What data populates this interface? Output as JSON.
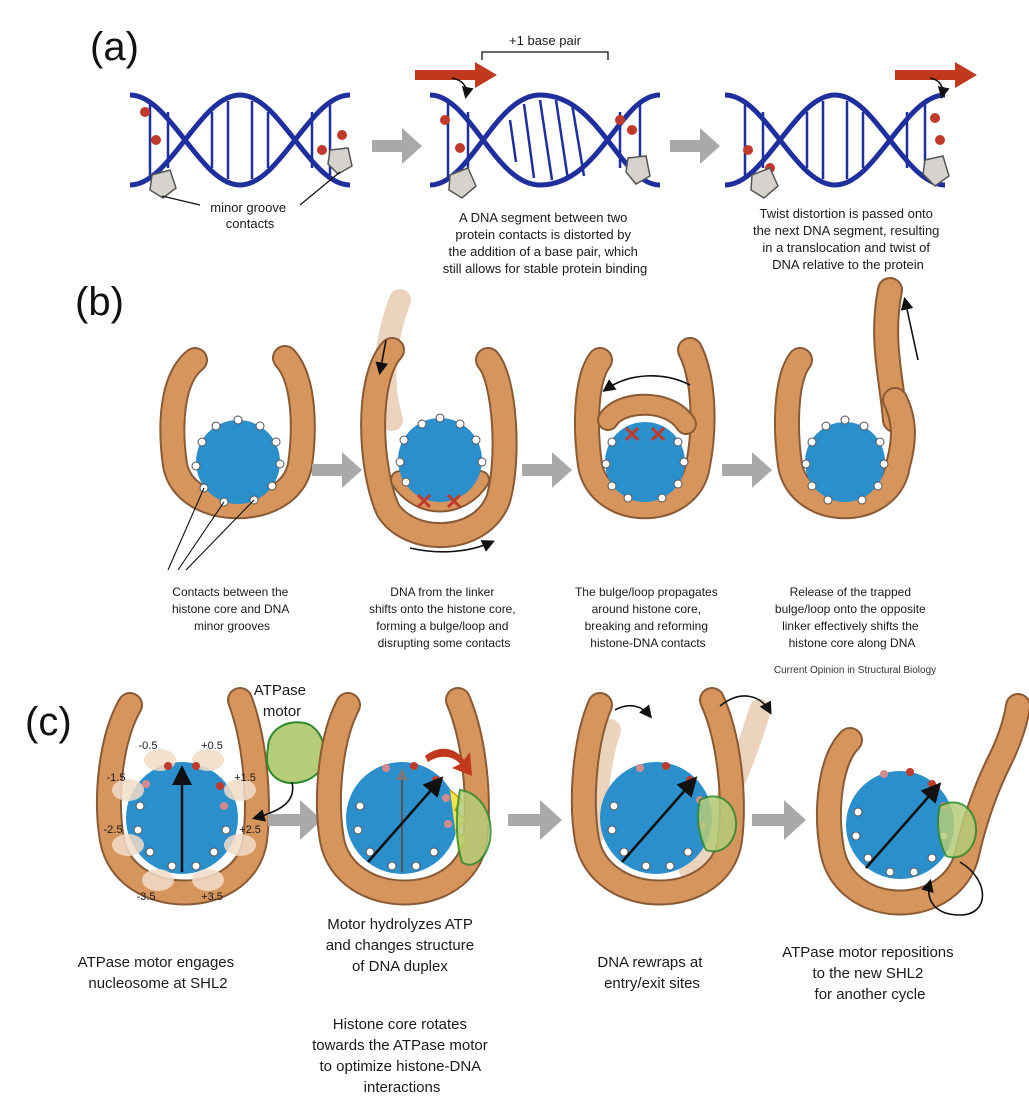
{
  "panels": {
    "a": {
      "label": "(a)",
      "bracket_label": "+1 base pair",
      "minor_groove_label": [
        "minor groove",
        "contacts"
      ],
      "caption_2": [
        "A DNA segment between two",
        "protein contacts is distorted by",
        "the addition of a base pair, which",
        "still allows for stable protein binding"
      ],
      "caption_3": [
        "Twist distortion is passed onto",
        "the next DNA segment, resulting",
        "in a translocation and twist of",
        "DNA relative to the protein"
      ]
    },
    "b": {
      "label": "(b)",
      "captions": [
        [
          "Contacts between the",
          "histone core and DNA",
          "minor grooves"
        ],
        [
          "DNA from the linker",
          "shifts onto the histone core,",
          "forming a bulge/loop and",
          "disrupting some contacts"
        ],
        [
          "The bulge/loop propagates",
          "around histone core,",
          "breaking and reforming",
          "histone-DNA contacts"
        ],
        [
          "Release of the trapped",
          "bulge/loop onto the opposite",
          "linker effectively shifts the",
          "histone core along DNA"
        ]
      ],
      "credit": "Current Opinion in Structural Biology"
    },
    "c": {
      "label": "(c)",
      "motor_label": [
        "ATPase",
        "motor"
      ],
      "shl_labels": [
        "-0.5",
        "+0.5",
        "-1.5",
        "+1.5",
        "-2.5",
        "+2.5",
        "-3.5",
        "+3.5"
      ],
      "captions": [
        [
          "ATPase motor engages",
          "nucleosome at SHL2"
        ],
        [
          "Motor hydrolyzes ATP",
          "and changes structure",
          "of DNA duplex",
          "",
          "Histone core rotates",
          "towards the ATPase motor",
          "to optimize histone-DNA",
          "interactions"
        ],
        [
          "DNA rewraps at",
          "entry/exit sites"
        ],
        [
          "ATPase motor repositions",
          "to the new SHL2",
          "for another cycle"
        ]
      ]
    }
  },
  "colors": {
    "dna_blue": "#1f2f9e",
    "contact_red": "#c0392b",
    "arrow_gray": "#a9a9a9",
    "red_arrow": "#c0391f",
    "histone_blue": "#2b8fcc",
    "dna_tan": "#d7955e",
    "dna_tan_stroke": "#8a5a34",
    "motor_green": "#b5cc78",
    "motor_stroke": "#2f8a2f",
    "pink_dot": "#d48a8a",
    "protein_gray": "#d6d3ce"
  }
}
